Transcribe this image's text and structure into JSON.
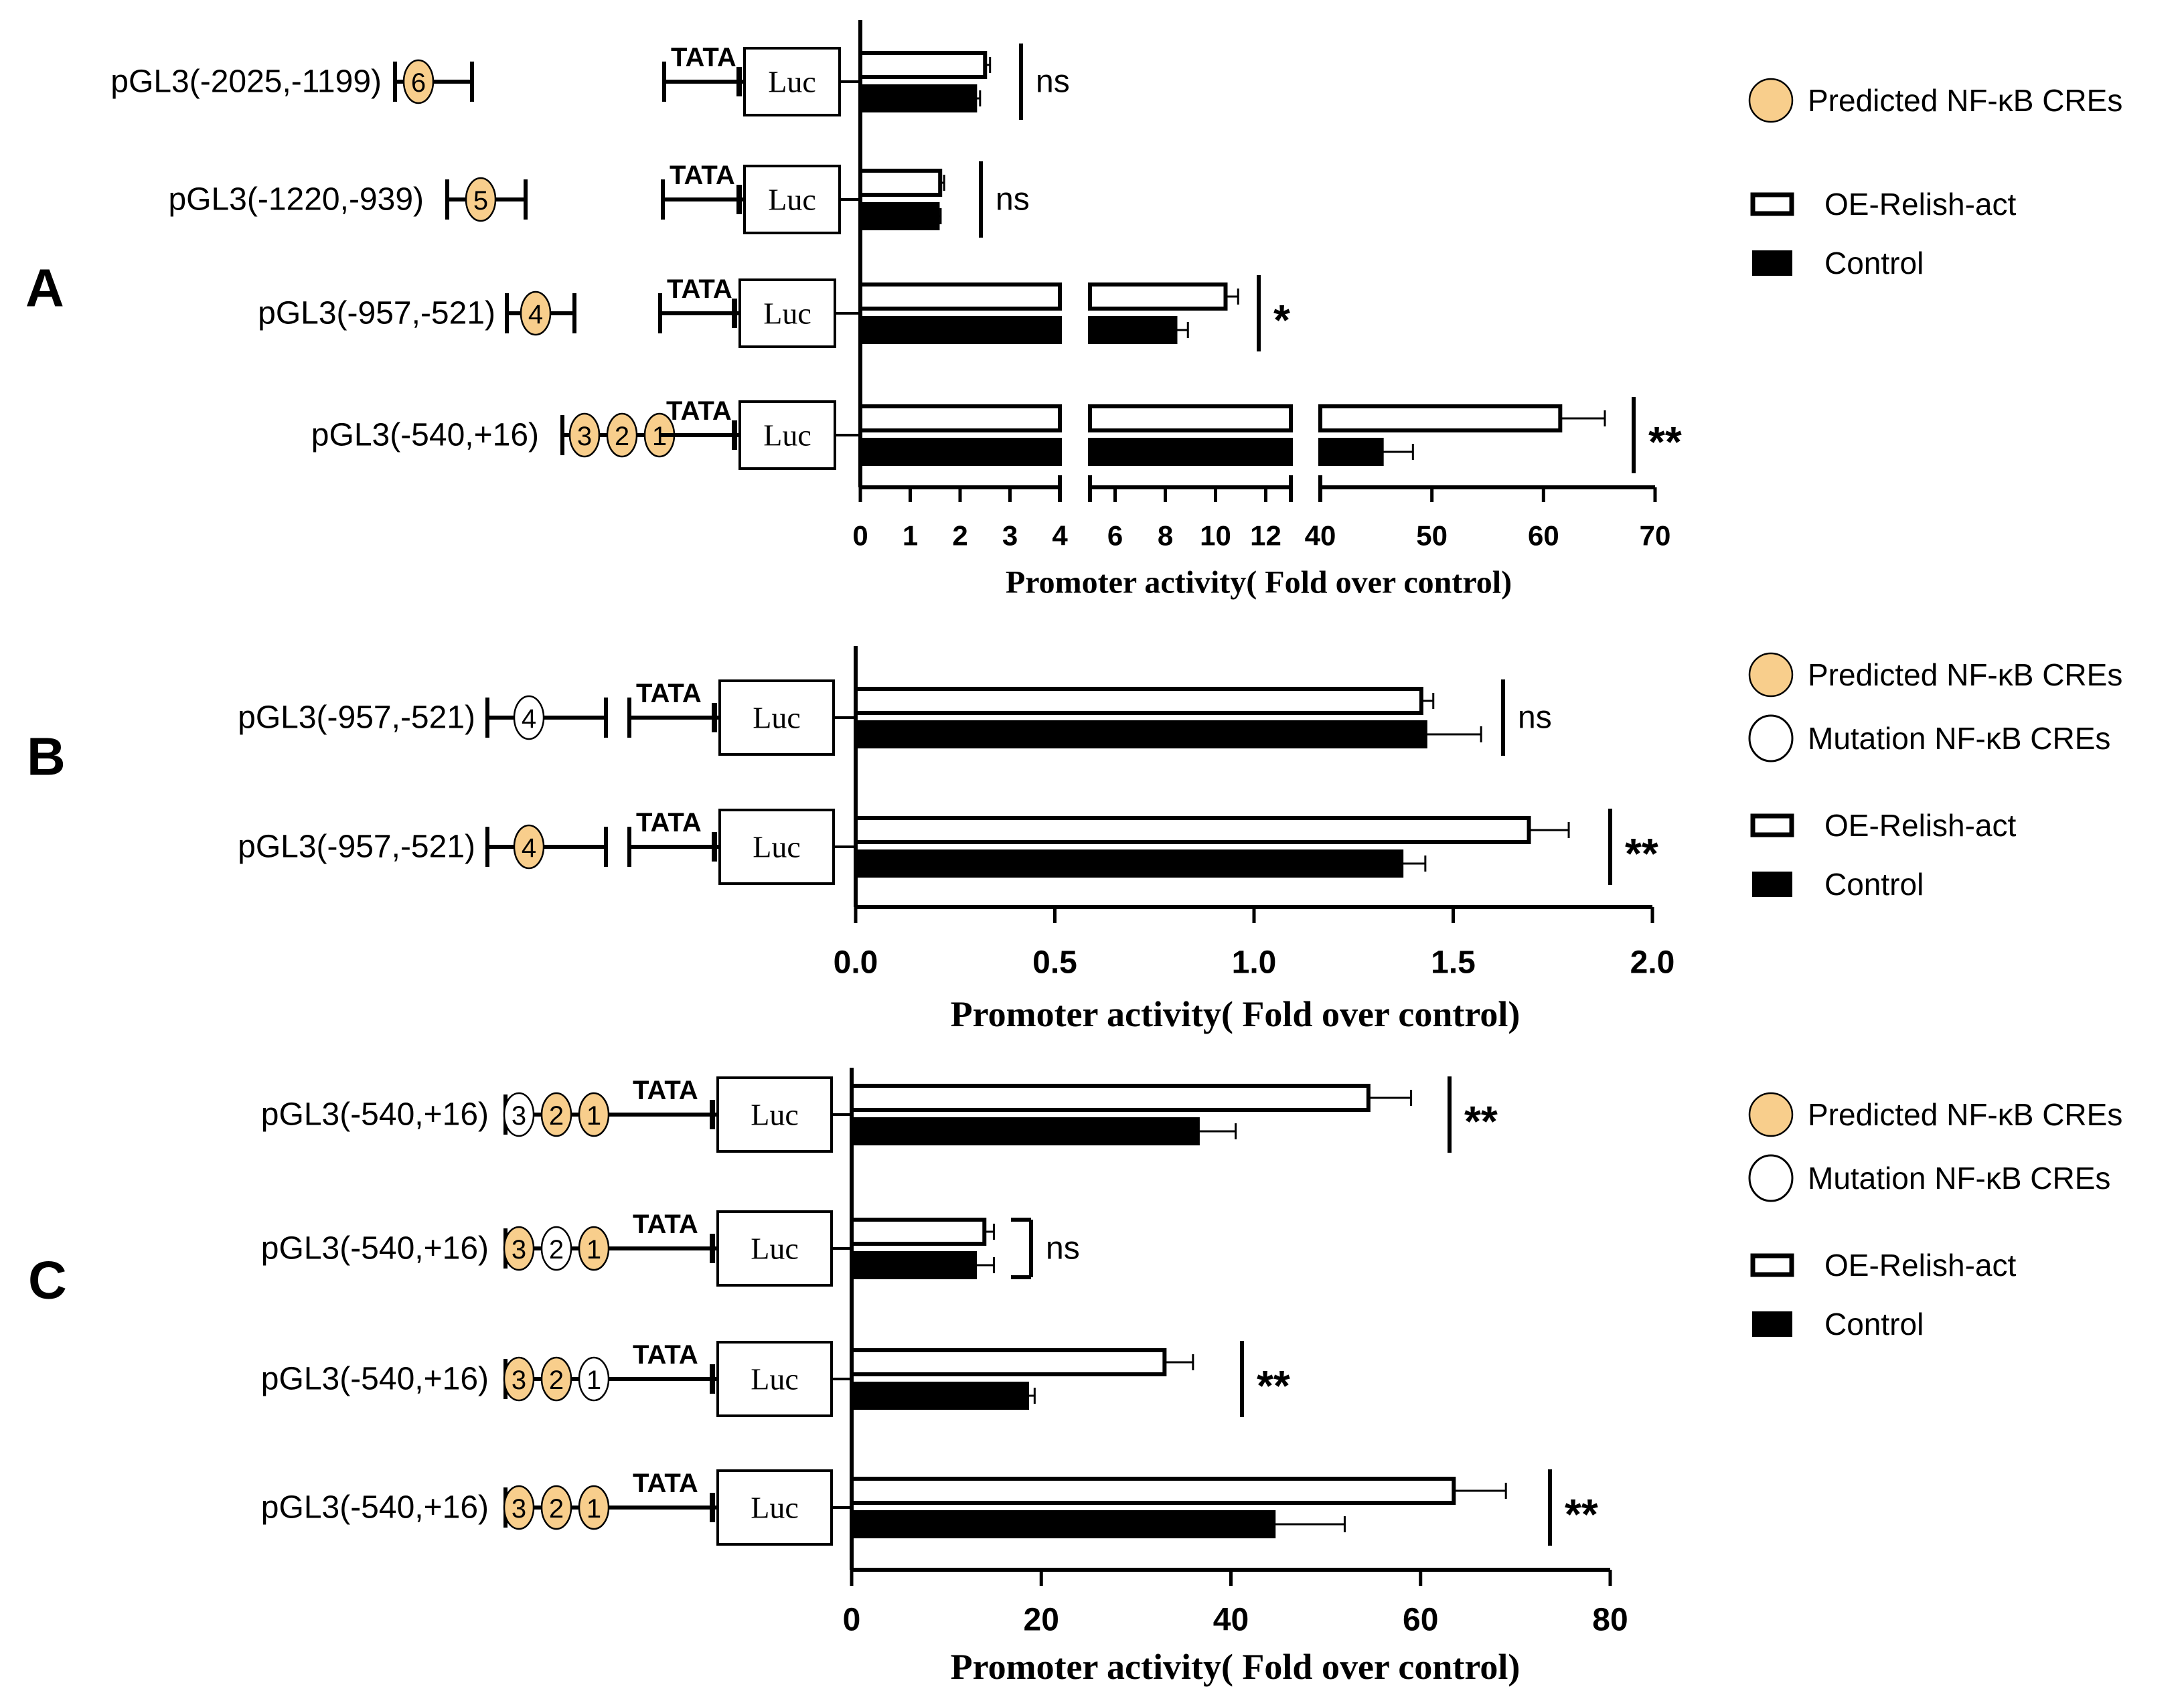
{
  "colors": {
    "predicted_fill": "#F8CE8C",
    "mutation_fill": "#FFFFFF",
    "bar_control": "#000000",
    "bar_oe": "#FFFFFF",
    "ink": "#000000"
  },
  "text": {
    "tata": "TATA",
    "luc": "Luc"
  },
  "legend": {
    "predicted": "Predicted NF-κB CREs",
    "mutation": "Mutation NF-κB CREs",
    "oe": "OE-Relish-act",
    "control": "Control"
  },
  "chart_data": [
    {
      "panel": "A",
      "type": "bar",
      "orientation": "horizontal",
      "xlabel": "Promoter activity( Fold over control)",
      "broken_axis_segments": [
        {
          "range": [
            0,
            4
          ],
          "ticks": [
            "0",
            "1",
            "2",
            "3",
            "4"
          ]
        },
        {
          "range": [
            5,
            13
          ],
          "ticks": [
            "6",
            "8",
            "10",
            "12"
          ]
        },
        {
          "range": [
            40,
            70
          ],
          "ticks": [
            "40",
            "50",
            "60",
            "70"
          ]
        }
      ],
      "constructs": [
        {
          "label": "pGL3(-2025,-1199)",
          "sites": [
            {
              "n": "6",
              "state": "predicted"
            }
          ]
        },
        {
          "label": "pGL3(-1220,-939)",
          "sites": [
            {
              "n": "5",
              "state": "predicted"
            }
          ]
        },
        {
          "label": "pGL3(-957,-521)",
          "sites": [
            {
              "n": "4",
              "state": "predicted"
            }
          ]
        },
        {
          "label": "pGL3(-540,+16)",
          "sites": [
            {
              "n": "3",
              "state": "predicted"
            },
            {
              "n": "2",
              "state": "predicted"
            },
            {
              "n": "1",
              "state": "predicted"
            }
          ]
        }
      ],
      "series": [
        {
          "name": "OE-Relish-act",
          "values": [
            2.5,
            1.6,
            10.4,
            61.5
          ],
          "errors": [
            0.1,
            0.08,
            0.5,
            4.0
          ]
        },
        {
          "name": "Control",
          "values": [
            2.3,
            1.55,
            8.4,
            45.5
          ],
          "errors": [
            0.1,
            0.06,
            0.5,
            2.8
          ]
        }
      ],
      "significance": [
        "ns",
        "ns",
        "*",
        "**"
      ]
    },
    {
      "panel": "B",
      "type": "bar",
      "orientation": "horizontal",
      "xlabel": "Promoter activity( Fold over control)",
      "xlim": [
        0,
        2.0
      ],
      "ticks": [
        "0.0",
        "0.5",
        "1.0",
        "1.5",
        "2.0"
      ],
      "constructs": [
        {
          "label": "pGL3(-957,-521)",
          "sites": [
            {
              "n": "4",
              "state": "mutation"
            }
          ]
        },
        {
          "label": "pGL3(-957,-521)",
          "sites": [
            {
              "n": "4",
              "state": "predicted"
            }
          ]
        }
      ],
      "series": [
        {
          "name": "OE-Relish-act",
          "values": [
            1.42,
            1.69
          ],
          "errors": [
            0.03,
            0.1
          ]
        },
        {
          "name": "Control",
          "values": [
            1.43,
            1.37
          ],
          "errors": [
            0.14,
            0.06
          ]
        }
      ],
      "significance": [
        "ns",
        "**"
      ]
    },
    {
      "panel": "C",
      "type": "bar",
      "orientation": "horizontal",
      "xlabel": "Promoter activity( Fold over control)",
      "xlim": [
        0,
        80
      ],
      "ticks": [
        "0",
        "20",
        "40",
        "60",
        "80"
      ],
      "constructs": [
        {
          "label": "pGL3(-540,+16)",
          "sites": [
            {
              "n": "3",
              "state": "mutation"
            },
            {
              "n": "2",
              "state": "predicted"
            },
            {
              "n": "1",
              "state": "predicted"
            }
          ]
        },
        {
          "label": "pGL3(-540,+16)",
          "sites": [
            {
              "n": "3",
              "state": "predicted"
            },
            {
              "n": "2",
              "state": "mutation"
            },
            {
              "n": "1",
              "state": "predicted"
            }
          ]
        },
        {
          "label": "pGL3(-540,+16)",
          "sites": [
            {
              "n": "3",
              "state": "predicted"
            },
            {
              "n": "2",
              "state": "predicted"
            },
            {
              "n": "1",
              "state": "mutation"
            }
          ]
        },
        {
          "label": "pGL3(-540,+16)",
          "sites": [
            {
              "n": "3",
              "state": "predicted"
            },
            {
              "n": "2",
              "state": "predicted"
            },
            {
              "n": "1",
              "state": "predicted"
            }
          ]
        }
      ],
      "series": [
        {
          "name": "OE-Relish-act",
          "values": [
            54.5,
            14.0,
            33.0,
            63.5
          ],
          "errors": [
            4.5,
            1.0,
            3.0,
            5.5
          ]
        },
        {
          "name": "Control",
          "values": [
            36.5,
            13.0,
            18.5,
            44.5
          ],
          "errors": [
            4.0,
            2.0,
            0.8,
            7.5
          ]
        }
      ],
      "significance": [
        "**",
        "ns",
        "**",
        "**"
      ]
    }
  ]
}
